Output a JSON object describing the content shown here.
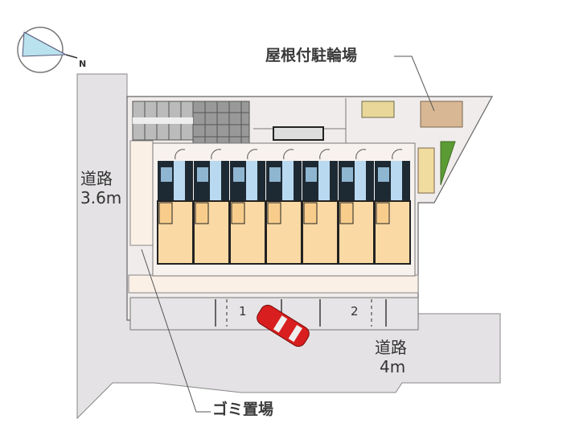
{
  "diagram": {
    "type": "site-plan",
    "compass": {
      "icon": "north-arrow-compass-icon",
      "letter": "N"
    },
    "labels": {
      "bicycle_parking": "屋根付駐輪場",
      "road_west_name": "道路",
      "road_west_width": "3.6m",
      "road_south_name": "道路",
      "road_south_width": "4m",
      "garbage": "ゴミ置場"
    },
    "parking_spaces": [
      "1",
      "2"
    ],
    "units_count": 7,
    "colors": {
      "road": "#e4e2e4",
      "lot": "#f1ecec",
      "room_floor": "#fbd9a4",
      "wet_area": "#b9d9f0",
      "wall": "#1b1b1b",
      "car": "#d81e1e",
      "bike_shelter": "#d8b894",
      "planter": "#5b9b33"
    }
  }
}
